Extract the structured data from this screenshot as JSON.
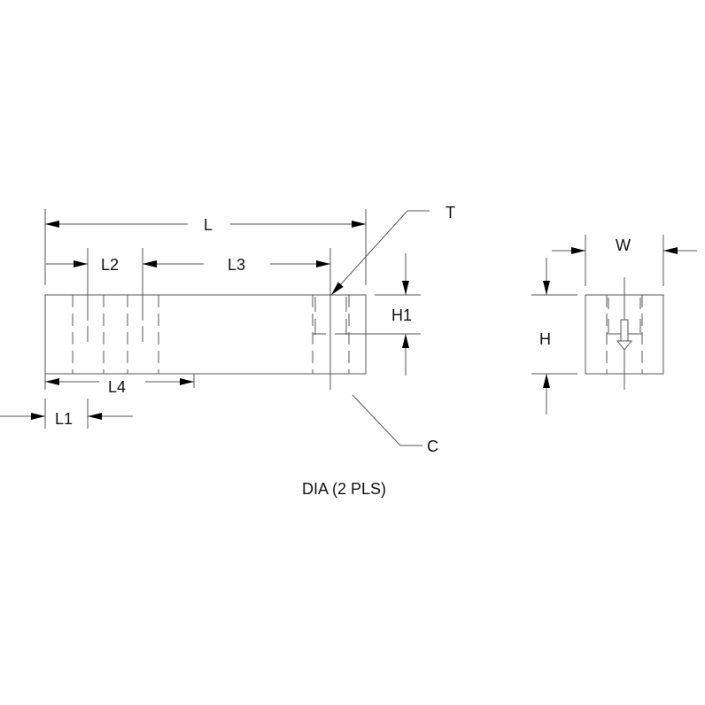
{
  "drawing": {
    "labels": {
      "L": "L",
      "L1": "L1",
      "L2": "L2",
      "L3": "L3",
      "L4": "L4",
      "H1": "H1",
      "H": "H",
      "W": "W",
      "T": "T",
      "C": "C",
      "note": "DIA (2 PLS)"
    },
    "colors": {
      "line": "#555555",
      "arrow": "#000000",
      "text": "#111111",
      "background": "#ffffff"
    }
  }
}
